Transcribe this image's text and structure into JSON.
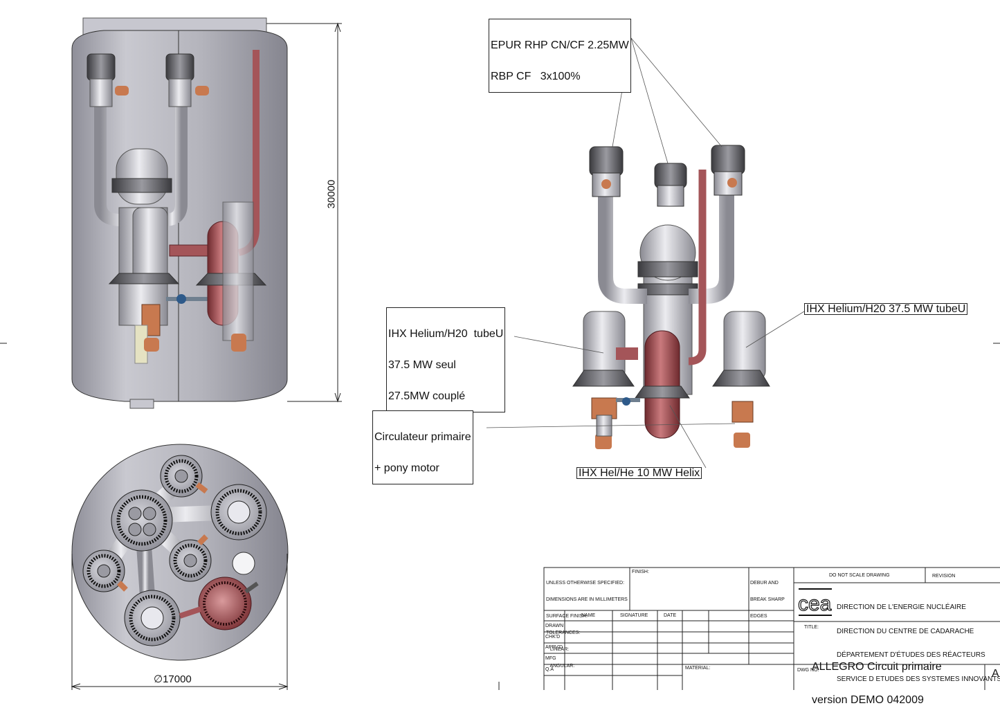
{
  "dimensions": {
    "height": "30000",
    "diameter": "∅17000"
  },
  "callouts": {
    "epur": [
      "EPUR RHP CN/CF 2.25MW",
      "RBP CF   3x100%"
    ],
    "ihx_left": [
      "IHX Helium/H20  tubeU",
      "37.5 MW seul",
      "27.5MW couplé"
    ],
    "ihx_right": "IHX Helium/H20 37.5 MW tubeU",
    "circulateur": [
      "Circulateur primaire",
      "+ pony motor"
    ],
    "ihx_helix": "IHX Hel/He 10 MW Helix"
  },
  "title_block": {
    "spec_lines": [
      "UNLESS OTHERWISE SPECIFIED:",
      "DIMENSIONS ARE IN MILLIMETERS",
      "SURFACE FINISH:",
      "TOLERANCES:",
      "   LINEAR:",
      "   ANGULAR:"
    ],
    "finish": "FINISH:",
    "deburr": [
      "DEBUR AND",
      "BREAK SHARP",
      "EDGES"
    ],
    "do_not_scale": "DO NOT SCALE DRAWING",
    "revision": "REVISION",
    "col_name": "NAME",
    "col_signature": "SIGNATURE",
    "col_date": "DATE",
    "rows": [
      "DRAWN",
      "CHK'D",
      "APPV'D",
      "MFG",
      "Q.A"
    ],
    "material": "MATERIAL:",
    "org_lines": [
      "DIRECTION DE L'ENERGIE NUCLÉAIRE",
      "DIRECTION DU CENTRE DE CADARACHE",
      "DÉPARTEMENT D'ÉTUDES DES RÉACTEURS",
      "SERVICE D ETUDES DES SYSTEMES INNOVANTS"
    ],
    "logo": "cea",
    "title_label": "TITLE:",
    "title_lines": [
      "ALLEGRO Circuit primaire",
      "version DEMO 042009"
    ],
    "dwg_no": "DWG NO.",
    "size": "A"
  },
  "colors": {
    "vessel": "#b9b9c2",
    "pipe": "#cfcfd4",
    "helix": "#a45559",
    "copper": "#c8794f"
  }
}
